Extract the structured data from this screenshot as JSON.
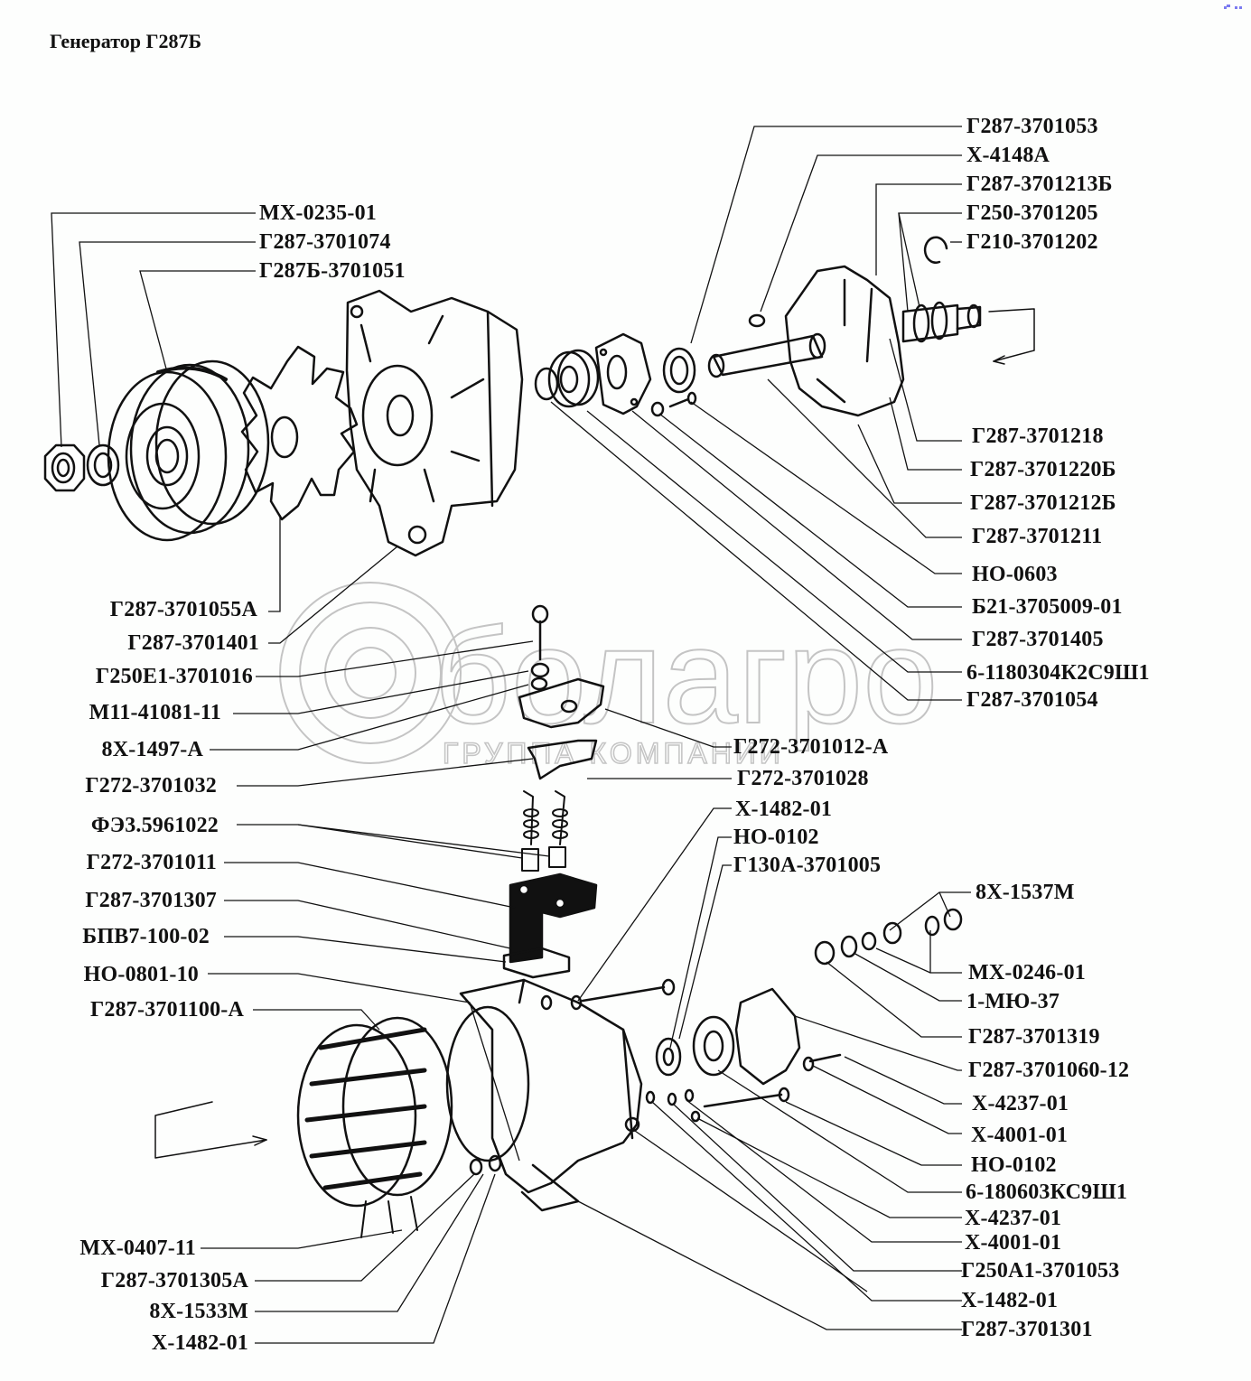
{
  "title": "Генератор Г287Б",
  "watermark": {
    "brand": "болагро",
    "tagline": "ГРУППА КОМПАНИИ",
    "color": "#b4b4b4"
  },
  "colors": {
    "ink": "#111111",
    "background": "#fdfefd",
    "corner_mark": "#7b7bf0"
  },
  "icons": {
    "arrow": "direction-arrow",
    "nut": "hex-nut",
    "washer": "spring-washer"
  },
  "labels": {
    "right": [
      "Г287-3701053",
      "Х-4148А",
      "Г287-3701213Б",
      "Г250-3701205",
      "Г210-3701202",
      "Г287-3701218",
      "Г287-3701220Б",
      "Г287-3701212Б",
      "Г287-3701211",
      "НО-0603",
      "Б21-3705009-01",
      "Г287-3701405",
      "6-1180304К2С9Ш1",
      "Г287-3701054"
    ],
    "top_left": [
      "МХ-0235-01",
      "Г287-3701074",
      "Г287Б-3701051"
    ],
    "left": [
      "Г287-3701055А",
      "Г287-3701401",
      "Г250Е1-3701016",
      "М11-41081-11",
      "8Х-1497-А",
      "Г272-3701032",
      "ФЭ3.5961022",
      "Г272-3701011",
      "Г287-3701307",
      "БПВ7-100-02",
      "НО-0801-10",
      "Г287-3701100-А",
      "МХ-0407-11",
      "Г287-3701305А",
      "8Х-1533М",
      "Х-1482-01"
    ],
    "middle": [
      "Г272-3701012-А",
      "Г272-3701028",
      "Х-1482-01",
      "НО-0102",
      "Г130А-3701005"
    ],
    "bottom_right": [
      "8Х-1537М",
      "МХ-0246-01",
      "1-МЮ-37",
      "Г287-3701319",
      "Г287-3701060-12",
      "Х-4237-01",
      "Х-4001-01",
      "НО-0102",
      "6-180603КС9Ш1",
      "Х-4237-01",
      "Х-4001-01",
      "Г250А1-3701053",
      "Х-1482-01",
      "Г287-3701301"
    ]
  }
}
